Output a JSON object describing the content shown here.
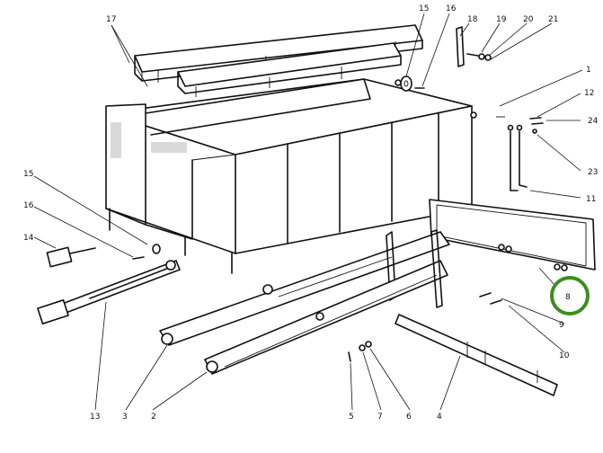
{
  "callouts": [
    {
      "id": "17",
      "label": "17"
    },
    {
      "id": "15-top",
      "label": "15"
    },
    {
      "id": "16-top",
      "label": "16"
    },
    {
      "id": "18",
      "label": "18"
    },
    {
      "id": "19",
      "label": "19"
    },
    {
      "id": "20",
      "label": "20"
    },
    {
      "id": "21",
      "label": "21"
    },
    {
      "id": "1",
      "label": "1"
    },
    {
      "id": "12",
      "label": "12"
    },
    {
      "id": "24",
      "label": "24"
    },
    {
      "id": "23",
      "label": "23"
    },
    {
      "id": "11",
      "label": "11"
    },
    {
      "id": "15-left",
      "label": "15"
    },
    {
      "id": "16-left",
      "label": "16"
    },
    {
      "id": "14",
      "label": "14"
    },
    {
      "id": "8",
      "label": "8"
    },
    {
      "id": "9",
      "label": "9"
    },
    {
      "id": "10",
      "label": "10"
    },
    {
      "id": "13",
      "label": "13"
    },
    {
      "id": "3",
      "label": "3"
    },
    {
      "id": "2",
      "label": "2"
    },
    {
      "id": "5",
      "label": "5"
    },
    {
      "id": "7",
      "label": "7"
    },
    {
      "id": "6",
      "label": "6"
    },
    {
      "id": "4",
      "label": "4"
    }
  ],
  "highlight": {
    "callout": "8",
    "color": "#3a8f1c"
  },
  "colors": {
    "ink": "#111111",
    "paper": "#ffffff"
  }
}
